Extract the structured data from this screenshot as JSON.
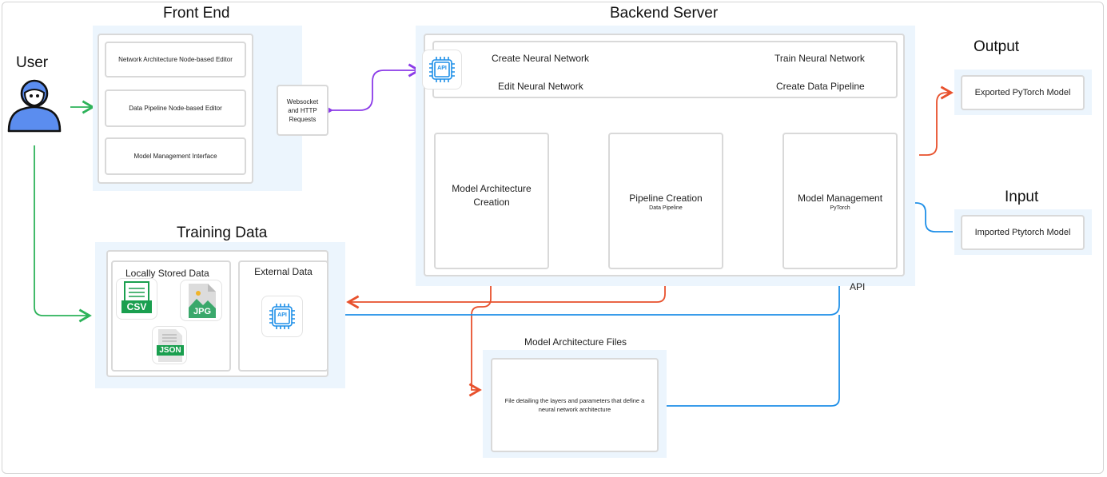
{
  "user": {
    "label": "User"
  },
  "frontend": {
    "title": "Front End",
    "items": [
      "Network Architecture Node-based Editor",
      "Data Pipeline  Node-based Editor",
      "Model Management Interface"
    ]
  },
  "websocket": {
    "label": "Websocket and HTTP Requests"
  },
  "backend": {
    "title": "Backend Server",
    "api_icon": "API",
    "actions": [
      "Create Neural Network",
      "Train Neural Network",
      "Edit Neural Network",
      "Create Data Pipeline"
    ],
    "modules": [
      {
        "title": "Model Architecture Creation",
        "sub": ""
      },
      {
        "title": "Pipeline Creation",
        "sub": "Data Pipeline"
      },
      {
        "title": "Model Management",
        "sub": "PyTorch"
      }
    ]
  },
  "output": {
    "title": "Output",
    "item": "Exported PyTorch Model"
  },
  "input": {
    "title": "Input",
    "item": "Imported Ptytorch Model"
  },
  "training": {
    "title": "Training Data",
    "local_title": "Locally Stored Data",
    "external_title": "External Data",
    "file_types": [
      "CSV",
      "JPG",
      "JSON"
    ],
    "api_icon": "API"
  },
  "api_label": "API",
  "arch_files": {
    "title": "Model Architecture Files",
    "desc": "File detailing the layers and parameters that define a neural network architecture"
  },
  "colors": {
    "green": "#2db35a",
    "purple": "#8b3be8",
    "red": "#e8512d",
    "blue": "#1e8fe8",
    "gray": "#b5b5b5",
    "user_blue": "#5b8def"
  }
}
